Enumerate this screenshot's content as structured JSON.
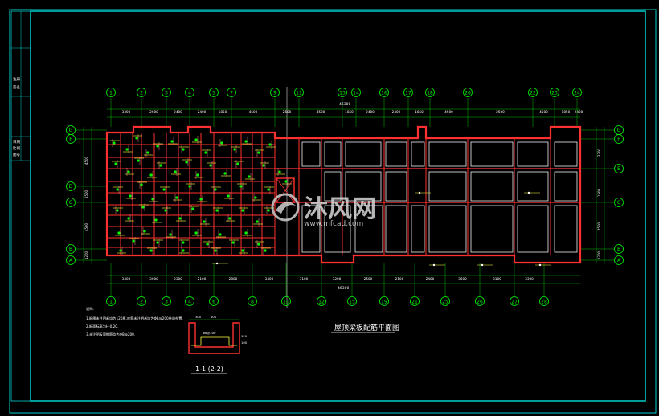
{
  "frame": {
    "side_labels": [
      "注册",
      "签名"
    ],
    "side_labels2": [
      "日期",
      "比例",
      "图号"
    ]
  },
  "grid_top": {
    "axes": [
      "1",
      "2",
      "3",
      "4",
      "5",
      "7",
      "9",
      "11",
      "13",
      "14",
      "16",
      "17",
      "18",
      "20",
      "22",
      "23",
      "24"
    ],
    "dims": [
      "3300",
      "2600",
      "2400",
      "2400",
      "1850",
      "4500",
      "2500",
      "4500",
      "1850",
      "2400",
      "2400",
      "1850",
      "4500",
      "2500",
      "4500",
      "1850",
      "2400"
    ],
    "overall": "46300"
  },
  "grid_bottom": {
    "axes": [
      "1",
      "2",
      "3",
      "4",
      "6",
      "8",
      "10",
      "12",
      "15",
      "19",
      "21",
      "25",
      "26",
      "27",
      "28"
    ],
    "dims": [
      "3300",
      "3000",
      "2300",
      "2100",
      "2800",
      "3400",
      "3100",
      "3200",
      "2500",
      "2100",
      "2400",
      "3600",
      "3100",
      "3300"
    ],
    "overall": "46300"
  },
  "grid_left": {
    "axes": [
      "G",
      "F",
      "D",
      "C",
      "B",
      "A"
    ],
    "dims": [
      "4500",
      "1500",
      "4500",
      "1200"
    ]
  },
  "grid_right": {
    "axes": [
      "G",
      "F",
      "E",
      "C",
      "B",
      "A"
    ],
    "dims": [
      "3300",
      "1500",
      "4500",
      "1200"
    ]
  },
  "drawing_title": "屋顶梁板配筋平面图",
  "notes": {
    "heading": "说明:",
    "items": [
      "1.板厚未注明者均为120厚,底筋未注明者均为Φ8@200单向布置.",
      "2.板面标高为H-0.20.",
      "3.未注明板顶钢筋均为Φ8@200."
    ]
  },
  "section": {
    "label": "1-1 (2-2)",
    "dims": [
      "300",
      "600",
      "120",
      "Φ8@200",
      "100"
    ]
  },
  "watermark": {
    "brand": "沐风网",
    "url": "www.mfcad.com"
  },
  "colors": {
    "background": "#000000",
    "frame": "#00d0d0",
    "grid": "#00c000",
    "walls": "#ff3030",
    "beams": "#ff9090",
    "rebar": "#ffff40",
    "text": "#ffffff",
    "axis_bubble": "#00ff00"
  }
}
